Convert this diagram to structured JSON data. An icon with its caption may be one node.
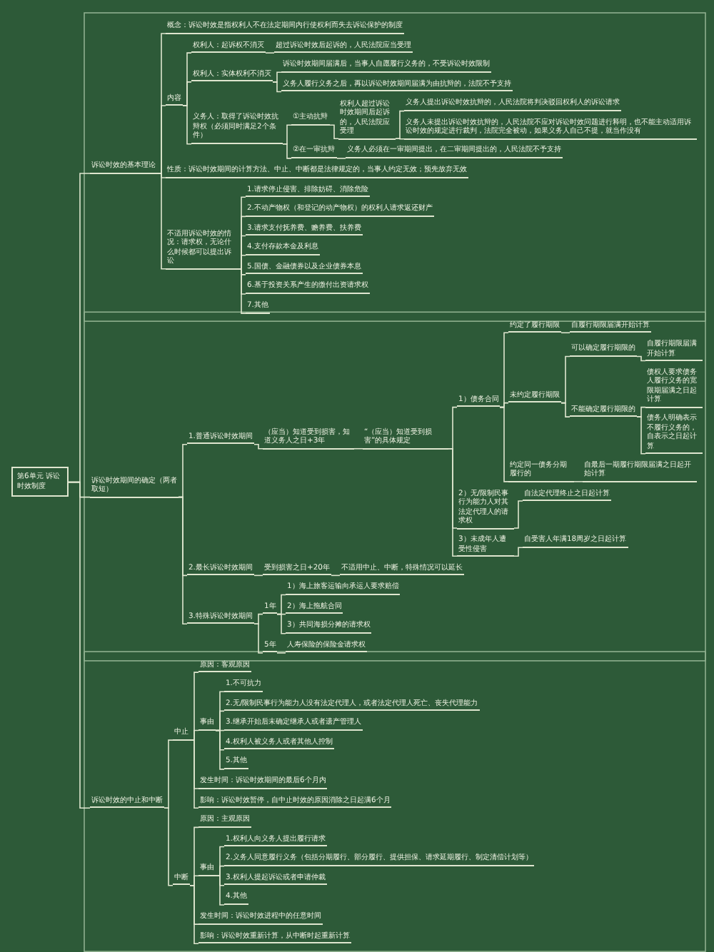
{
  "diagram": {
    "nodes": [
      {
        "text": [
          "第6单元 诉讼时效制度"
        ]
      },
      {
        "text": [
          "诉讼时效的基本理论"
        ]
      },
      {
        "text": [
          "概念：诉讼时效是指权利人不在法定期间内行使权利而失去诉讼保护的制度"
        ]
      },
      {
        "text": [
          "内容"
        ]
      },
      {
        "text": [
          "权利人：起诉权不消灭"
        ]
      },
      {
        "text": [
          "超过诉讼时效后起诉的，人民法院应当受理"
        ]
      },
      {
        "text": [
          "权利人：实体权利不消灭"
        ]
      },
      {
        "text": [
          "诉讼时效期间届满后，当事人自愿履行义务的，不受诉讼时效限制"
        ]
      },
      {
        "text": [
          "义务人履行义务之后，再以诉讼时效期间届满为由抗辩的，法院不予支持"
        ]
      },
      {
        "text": [
          "义务人：取得了诉讼时效抗辩权（必须同时满足2个条件）"
        ]
      },
      {
        "text": [
          "①主动抗辩"
        ]
      },
      {
        "text": [
          "权利人超过诉讼时效期间后起诉的，人民法院应受理"
        ]
      },
      {
        "text": [
          "义务人提出诉讼时效抗辩的，人民法院将判决驳回权利人的诉讼请求"
        ]
      },
      {
        "text": [
          "义务人未提出诉讼时效抗辩的，人民法院不应对诉讼时效问题进行释明，也不能主动适用诉讼时效的规定进行裁判，法院完全被动，如果义务人自己不提，就当作没有"
        ]
      },
      {
        "text": [
          "②在一审抗辩"
        ]
      },
      {
        "text": [
          "义务人必须在一审期间提出，在二审期间提出的，人民法院不予支持"
        ]
      },
      {
        "text": [
          "性质：诉讼时效期间的计算方法、中止、中断都是法律规定的，当事人约定无效；预先放弃无效"
        ]
      },
      {
        "text": [
          "不适用诉讼时效的情况：请求权，无论什么时候都可以提出诉讼"
        ]
      },
      {
        "text": [
          "1.请求停止侵害、排除妨碍、消除危险"
        ]
      },
      {
        "text": [
          "2.不动产物权（和登记的动产物权）的权利人请求返还财产"
        ]
      },
      {
        "text": [
          "3.请求支付抚养费、赡养费、扶养费"
        ]
      },
      {
        "text": [
          "4.支付存款本金及利息"
        ]
      },
      {
        "text": [
          "5.国债、金融债券以及企业债券本息"
        ]
      },
      {
        "text": [
          "6.基于投资关系产生的缴付出资请求权"
        ]
      },
      {
        "text": [
          "7.其他"
        ]
      },
      {
        "text": [
          "诉讼时效期间的确定（两者取短）"
        ]
      },
      {
        "text": [
          "1.普通诉讼时效期间"
        ]
      },
      {
        "text": [
          "（应当）知道受到损害，知道义务人之日+3年"
        ]
      },
      {
        "text": [
          "“（应当）知道受到损害”的具体规定"
        ]
      },
      {
        "text": [
          "1）债务合同"
        ]
      },
      {
        "text": [
          "约定了履行期限"
        ]
      },
      {
        "text": [
          "自履行期限届满开始计算"
        ]
      },
      {
        "text": [
          "未约定履行期限"
        ]
      },
      {
        "text": [
          "可以确定履行期限的"
        ]
      },
      {
        "text": [
          "自履行期限届满开始计算"
        ]
      },
      {
        "text": [
          "不能确定履行期限的"
        ]
      },
      {
        "text": [
          "债权人要求债务人履行义务的宽限期届满之日起计算"
        ]
      },
      {
        "text": [
          "债务人明确表示不履行义务的，自表示之日起计算"
        ]
      },
      {
        "text": [
          "约定同一债务分期履行的"
        ]
      },
      {
        "text": [
          "自最后一期履行期限届满之日起开始计算"
        ]
      },
      {
        "text": [
          "2）无/限制民事行为能力人对其法定代理人的请求权"
        ]
      },
      {
        "text": [
          "自法定代理终止之日起计算"
        ]
      },
      {
        "text": [
          "3）未成年人遭受性侵害"
        ]
      },
      {
        "text": [
          "自受害人年满18周岁之日起计算"
        ]
      },
      {
        "text": [
          "2.最长诉讼时效期间"
        ]
      },
      {
        "text": [
          "受到损害之日+20年"
        ]
      },
      {
        "text": [
          "不适用中止、中断，特殊情况可以延长"
        ]
      },
      {
        "text": [
          "3.特殊诉讼时效期间"
        ]
      },
      {
        "text": [
          "1年"
        ]
      },
      {
        "text": [
          "1）海上旅客运输向承运人要求赔偿"
        ]
      },
      {
        "text": [
          "2）海上拖航合同"
        ]
      },
      {
        "text": [
          "3）共同海损分摊的请求权"
        ]
      },
      {
        "text": [
          "5年"
        ]
      },
      {
        "text": [
          "人寿保险的保险金请求权"
        ]
      },
      {
        "text": [
          "诉讼时效的中止和中断"
        ]
      },
      {
        "text": [
          "中止"
        ]
      },
      {
        "text": [
          "原因：客观原因"
        ]
      },
      {
        "text": [
          "事由"
        ]
      },
      {
        "text": [
          "1.不可抗力"
        ]
      },
      {
        "text": [
          "2.无/限制民事行为能力人没有法定代理人，或者法定代理人死亡、丧失代理能力"
        ]
      },
      {
        "text": [
          "3.继承开始后未确定继承人或者遗产管理人"
        ]
      },
      {
        "text": [
          "4.权利人被义务人或者其他人控制"
        ]
      },
      {
        "text": [
          "5.其他"
        ]
      },
      {
        "text": [
          "发生时间：诉讼时效期间的最后6个月内"
        ]
      },
      {
        "text": [
          "影响：诉讼时效暂停，自中止时效的原因消除之日起满6个月"
        ]
      },
      {
        "text": [
          "中断"
        ]
      },
      {
        "text": [
          "原因：主观原因"
        ]
      },
      {
        "text": [
          "事由"
        ]
      },
      {
        "text": [
          "1.权利人向义务人提出履行请求"
        ]
      },
      {
        "text": [
          "2.义务人同意履行义务（包括分期履行、部分履行、提供担保、请求延期履行、制定清偿计划等）"
        ]
      },
      {
        "text": [
          "3.权利人提起诉讼或者申请仲裁"
        ]
      },
      {
        "text": [
          "4.其他"
        ]
      },
      {
        "text": [
          "发生时间：诉讼时效进程中的任意时间"
        ]
      },
      {
        "text": [
          "影响：诉讼时效重新计算，从中断时起重新计算"
        ]
      }
    ],
    "edges": [
      {
        "from": 0,
        "to": 1,
        "arrow": "none"
      },
      {
        "from": 1,
        "to": 2,
        "arrow": "none"
      },
      {
        "from": 1,
        "to": 3,
        "arrow": "none"
      },
      {
        "from": 3,
        "to": 4,
        "arrow": "none"
      },
      {
        "from": 4,
        "to": 5,
        "arrow": "none"
      },
      {
        "from": 3,
        "to": 6,
        "arrow": "none"
      },
      {
        "from": 6,
        "to": 7,
        "arrow": "none"
      },
      {
        "from": 6,
        "to": 8,
        "arrow": "none"
      },
      {
        "from": 3,
        "to": 9,
        "arrow": "none"
      },
      {
        "from": 9,
        "to": 10,
        "arrow": "none"
      },
      {
        "from": 10,
        "to": 11,
        "arrow": "none"
      },
      {
        "from": 11,
        "to": 12,
        "arrow": "none"
      },
      {
        "from": 11,
        "to": 13,
        "arrow": "none"
      },
      {
        "from": 9,
        "to": 14,
        "arrow": "none"
      },
      {
        "from": 14,
        "to": 15,
        "arrow": "none"
      },
      {
        "from": 1,
        "to": 16,
        "arrow": "none"
      },
      {
        "from": 1,
        "to": 17,
        "arrow": "none"
      },
      {
        "from": 17,
        "to": 18,
        "arrow": "none"
      },
      {
        "from": 17,
        "to": 19,
        "arrow": "none"
      },
      {
        "from": 17,
        "to": 20,
        "arrow": "none"
      },
      {
        "from": 17,
        "to": 21,
        "arrow": "none"
      },
      {
        "from": 17,
        "to": 22,
        "arrow": "none"
      },
      {
        "from": 17,
        "to": 23,
        "arrow": "none"
      },
      {
        "from": 17,
        "to": 24,
        "arrow": "none"
      },
      {
        "from": 0,
        "to": 25,
        "arrow": "none"
      },
      {
        "from": 25,
        "to": 26,
        "arrow": "none"
      },
      {
        "from": 26,
        "to": 27,
        "arrow": "none"
      },
      {
        "from": 27,
        "to": 28,
        "arrow": "none"
      },
      {
        "from": 28,
        "to": 29,
        "arrow": "none"
      },
      {
        "from": 29,
        "to": 30,
        "arrow": "none"
      },
      {
        "from": 30,
        "to": 31,
        "arrow": "none"
      },
      {
        "from": 29,
        "to": 32,
        "arrow": "none"
      },
      {
        "from": 32,
        "to": 33,
        "arrow": "none"
      },
      {
        "from": 33,
        "to": 34,
        "arrow": "none"
      },
      {
        "from": 32,
        "to": 35,
        "arrow": "none"
      },
      {
        "from": 35,
        "to": 36,
        "arrow": "none"
      },
      {
        "from": 35,
        "to": 37,
        "arrow": "none"
      },
      {
        "from": 29,
        "to": 38,
        "arrow": "none"
      },
      {
        "from": 38,
        "to": 39,
        "arrow": "none"
      },
      {
        "from": 28,
        "to": 40,
        "arrow": "none"
      },
      {
        "from": 40,
        "to": 41,
        "arrow": "none"
      },
      {
        "from": 28,
        "to": 42,
        "arrow": "none"
      },
      {
        "from": 42,
        "to": 43,
        "arrow": "none"
      },
      {
        "from": 25,
        "to": 44,
        "arrow": "none"
      },
      {
        "from": 44,
        "to": 45,
        "arrow": "none"
      },
      {
        "from": 45,
        "to": 46,
        "arrow": "none"
      },
      {
        "from": 25,
        "to": 47,
        "arrow": "none"
      },
      {
        "from": 47,
        "to": 48,
        "arrow": "none"
      },
      {
        "from": 48,
        "to": 49,
        "arrow": "none"
      },
      {
        "from": 48,
        "to": 50,
        "arrow": "none"
      },
      {
        "from": 48,
        "to": 51,
        "arrow": "none"
      },
      {
        "from": 47,
        "to": 52,
        "arrow": "none"
      },
      {
        "from": 52,
        "to": 53,
        "arrow": "none"
      },
      {
        "from": 0,
        "to": 54,
        "arrow": "none"
      },
      {
        "from": 54,
        "to": 55,
        "arrow": "none"
      },
      {
        "from": 55,
        "to": 56,
        "arrow": "none"
      },
      {
        "from": 55,
        "to": 57,
        "arrow": "none"
      },
      {
        "from": 57,
        "to": 58,
        "arrow": "none"
      },
      {
        "from": 57,
        "to": 59,
        "arrow": "none"
      },
      {
        "from": 57,
        "to": 60,
        "arrow": "none"
      },
      {
        "from": 57,
        "to": 61,
        "arrow": "none"
      },
      {
        "from": 57,
        "to": 62,
        "arrow": "none"
      },
      {
        "from": 55,
        "to": 63,
        "arrow": "none"
      },
      {
        "from": 55,
        "to": 64,
        "arrow": "none"
      },
      {
        "from": 54,
        "to": 65,
        "arrow": "none"
      },
      {
        "from": 65,
        "to": 66,
        "arrow": "none"
      },
      {
        "from": 65,
        "to": 67,
        "arrow": "none"
      },
      {
        "from": 67,
        "to": 68,
        "arrow": "none"
      },
      {
        "from": 67,
        "to": 69,
        "arrow": "none"
      },
      {
        "from": 67,
        "to": 70,
        "arrow": "none"
      },
      {
        "from": 67,
        "to": 71,
        "arrow": "none"
      },
      {
        "from": 65,
        "to": 72,
        "arrow": "none"
      },
      {
        "from": 65,
        "to": 73,
        "arrow": "none"
      }
    ]
  }
}
